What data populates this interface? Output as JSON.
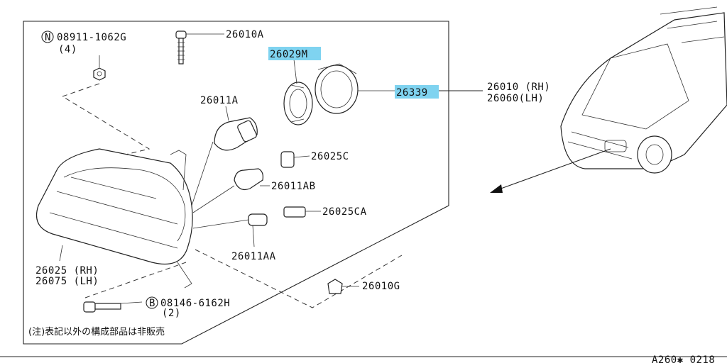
{
  "labels": {
    "nut_part": "08911-1062G",
    "nut_qty": "(4)",
    "nut_marker": "N",
    "screw_top": "26010A",
    "socket_part": "26029M",
    "ring_part": "26339",
    "assy_rh": "26010 (RH)",
    "assy_lh": "26060(LH)",
    "bulb_main": "26011A",
    "bulb_c": "26025C",
    "bulb_ab": "26011AB",
    "bulb_ca": "26025CA",
    "bulb_aa": "26011AA",
    "lamp_rh": "26025 (RH)",
    "lamp_lh": "26075 (LH)",
    "clip": "26010G",
    "bolt_part": "08146-6162H",
    "bolt_qty": "(2)",
    "bolt_marker": "B",
    "footnote": "(注)表記以外の構成部品は非販売",
    "diagram_code": "A260✱ 0218"
  },
  "highlight_color": "#7fd3f0"
}
